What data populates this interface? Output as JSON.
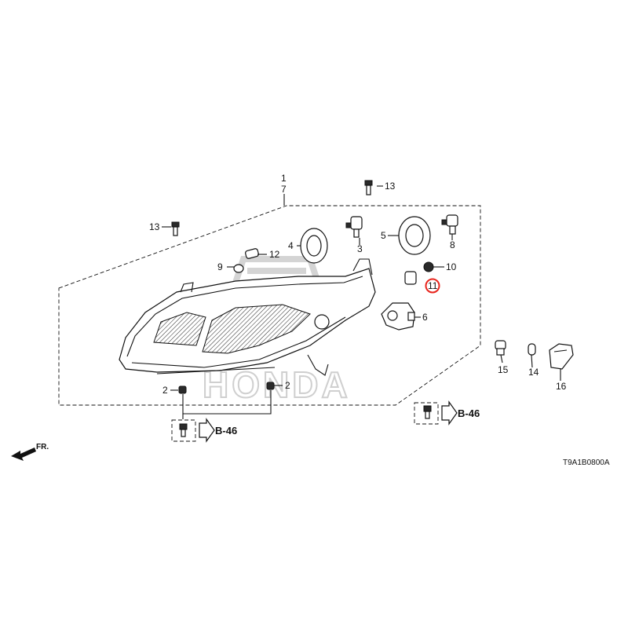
{
  "diagram": {
    "watermark": "HONDA",
    "drawing_code": "T9A1B0800A",
    "front_label": "FR.",
    "reference_label": "B-46",
    "highlighted_part": "11",
    "callouts": {
      "c1": "1",
      "c7": "7",
      "c13a": "13",
      "c13b": "13",
      "c4": "4",
      "c3": "3",
      "c5": "5",
      "c8": "8",
      "c12": "12",
      "c9": "9",
      "c10": "10",
      "c11": "11",
      "c6": "6",
      "c15": "15",
      "c14": "14",
      "c16": "16",
      "c2a": "2",
      "c2b": "2"
    }
  }
}
